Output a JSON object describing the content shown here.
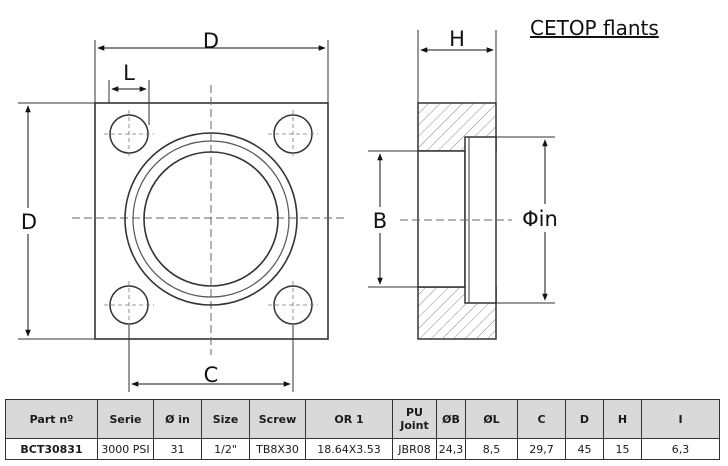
{
  "title": "CETOP flants",
  "drawing_labels": {
    "front_width": "D",
    "front_height": "D",
    "hole_offset": "L",
    "bolt_spacing": "C",
    "side_thickness": "H",
    "bore": "B",
    "inner_diameter": "Φin"
  },
  "table": {
    "headers": [
      "Part nº",
      "Serie",
      "Ø in",
      "Size",
      "Screw",
      "OR 1",
      "PU Joint",
      "ØB",
      "ØL",
      "C",
      "D",
      "H",
      "I"
    ],
    "rows": [
      [
        "BCT30831",
        "3000 PSI",
        "31",
        "1/2\"",
        "TB8X30",
        "18.64X3.53",
        "JBR08",
        "24,3",
        "8,5",
        "29,7",
        "45",
        "15",
        "6,3"
      ]
    ]
  }
}
